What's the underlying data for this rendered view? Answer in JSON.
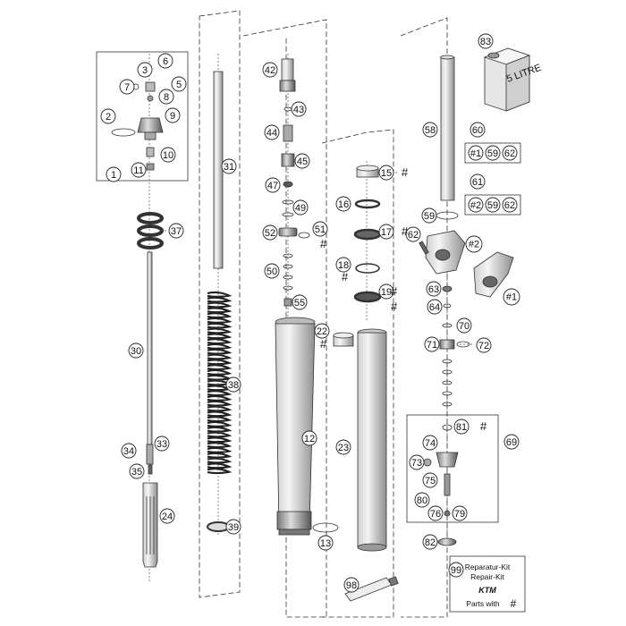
{
  "callouts": [
    "1",
    "2",
    "3",
    "5",
    "6",
    "7",
    "8",
    "9",
    "10",
    "11",
    "12",
    "13",
    "15",
    "16",
    "17",
    "18",
    "19",
    "22",
    "23",
    "24",
    "30",
    "31",
    "33",
    "34",
    "35",
    "37",
    "38",
    "39",
    "42",
    "43",
    "44",
    "45",
    "47",
    "49",
    "50",
    "51",
    "52",
    "55",
    "58",
    "59",
    "60",
    "61",
    "62",
    "63",
    "64",
    "69",
    "70",
    "71",
    "72",
    "73",
    "74",
    "75",
    "76",
    "79",
    "80",
    "81",
    "82",
    "83",
    "98",
    "99"
  ],
  "hash_symbol": "#",
  "kit60": [
    "#1",
    "59",
    "62"
  ],
  "kit61": [
    "#2",
    "59",
    "62"
  ],
  "clamp_labels": [
    "#1",
    "#2"
  ],
  "can": {
    "label": "5 LITRE"
  },
  "legend": {
    "line1": "Reparatur-Kit",
    "line2": "Repair-Kit",
    "line3": "Parts with",
    "symbol": "#",
    "brand": "KTM"
  }
}
